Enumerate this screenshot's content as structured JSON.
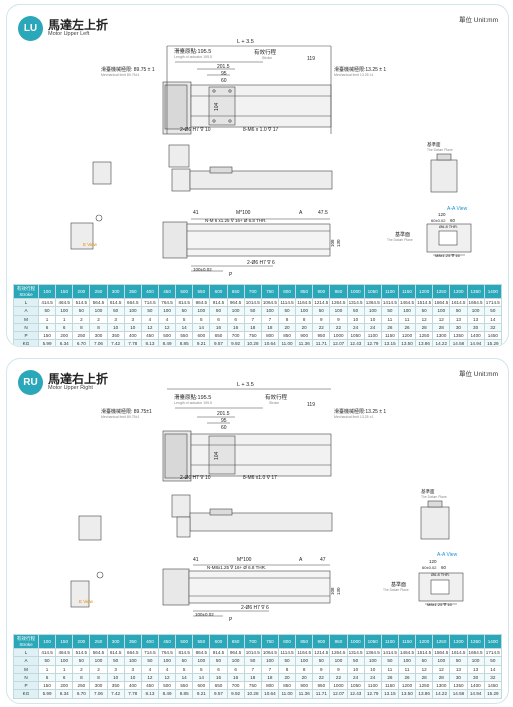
{
  "sections": [
    {
      "code": "LU",
      "title": "馬達左上折",
      "subtitle": "Motor Upper Left",
      "unit": "單位 Unit:mm",
      "dims": {
        "l": "L + 3.5",
        "effective_stroke": "有效行程",
        "effective_stroke_en": "Stroke",
        "slide_origin": "滑臺原點:195.5",
        "slide_origin_en": "Length of actuator 195.5",
        "d201": "201.5",
        "d95": "95",
        "d60": "60",
        "d104": "104",
        "d119": "119",
        "mech_left": "滑臺機械極限: 89.75 ± 1",
        "mech_left_en": "Mechanical limit 89.75±1",
        "mech_right": "滑臺機械極限:13.25 ± 1",
        "mech_right_en": "Mechanical limit 13.25 ±1",
        "hole1": "2-Ø6 H7 ∇ 10",
        "hole2": "8-M6 x 1.0 ∇ 17",
        "datum_top": "基準面",
        "datum_top_en": "The Datum Plane",
        "m100": "M*100",
        "a_lbl": "A",
        "d41": "41",
        "d475": "47.5",
        "thr": "N-M 6 x1.25 ∇ 16+ Ø 6.8 THR.",
        "pin": "2-Ø6 H7 ∇ 6",
        "n100": "100±0.02",
        "p_lbl": "P",
        "d108": "108",
        "d130": "130",
        "e_view": "E View",
        "aa_view": "A-A View",
        "d120": "120",
        "d60b": "60",
        "d60c": "60±0.02",
        "d68": "Ø6.8 THR.",
        "m8": "M8x1.25 ∇ 16",
        "datum_bottom": "基準面",
        "datum_bottom_en": "The Datum Plane"
      },
      "table": {
        "header_label": "有效行程",
        "header_label_en": "Stroke",
        "strokes": [
          "100",
          "150",
          "200",
          "250",
          "300",
          "350",
          "400",
          "450",
          "500",
          "550",
          "600",
          "650",
          "700",
          "750",
          "800",
          "850",
          "900",
          "950",
          "1000",
          "1050",
          "1100",
          "1150",
          "1200",
          "1250",
          "1300",
          "1350",
          "1400"
        ],
        "rows": [
          {
            "label": "L",
            "values": [
              "414.5",
              "464.5",
              "514.5",
              "564.5",
              "614.5",
              "664.5",
              "714.5",
              "764.5",
              "814.5",
              "864.5",
              "914.5",
              "964.5",
              "1014.5",
              "1064.5",
              "1114.5",
              "1164.5",
              "1214.5",
              "1264.5",
              "1314.5",
              "1364.5",
              "1414.5",
              "1464.5",
              "1514.5",
              "1564.5",
              "1614.5",
              "1664.5",
              "1714.5"
            ]
          },
          {
            "label": "A",
            "values": [
              "50",
              "100",
              "50",
              "100",
              "50",
              "100",
              "50",
              "100",
              "50",
              "100",
              "50",
              "100",
              "50",
              "100",
              "50",
              "100",
              "50",
              "100",
              "50",
              "100",
              "50",
              "100",
              "50",
              "100",
              "50",
              "100",
              "50"
            ]
          },
          {
            "label": "M",
            "values": [
              "1",
              "1",
              "2",
              "2",
              "3",
              "3",
              "4",
              "4",
              "5",
              "5",
              "6",
              "6",
              "7",
              "7",
              "8",
              "8",
              "9",
              "9",
              "10",
              "10",
              "11",
              "11",
              "12",
              "12",
              "13",
              "13",
              "14"
            ]
          },
          {
            "label": "N",
            "values": [
              "6",
              "6",
              "8",
              "8",
              "10",
              "10",
              "12",
              "12",
              "14",
              "14",
              "16",
              "16",
              "18",
              "18",
              "20",
              "20",
              "22",
              "22",
              "24",
              "24",
              "26",
              "26",
              "28",
              "28",
              "30",
              "30",
              "32"
            ]
          },
          {
            "label": "P",
            "values": [
              "150",
              "200",
              "250",
              "300",
              "350",
              "400",
              "450",
              "500",
              "550",
              "600",
              "650",
              "700",
              "750",
              "800",
              "850",
              "900",
              "950",
              "1000",
              "1050",
              "1100",
              "1150",
              "1200",
              "1250",
              "1300",
              "1350",
              "1400",
              "1450"
            ]
          },
          {
            "label": "KG",
            "values": [
              "5.99",
              "6.34",
              "6.70",
              "7.06",
              "7.42",
              "7.78",
              "8.13",
              "8.49",
              "8.85",
              "9.21",
              "9.57",
              "9.92",
              "10.28",
              "10.64",
              "11.00",
              "11.36",
              "11.71",
              "12.07",
              "12.43",
              "12.79",
              "13.15",
              "13.50",
              "13.86",
              "14.22",
              "14.58",
              "14.94",
              "15.29"
            ]
          }
        ]
      }
    },
    {
      "code": "RU",
      "title": "馬達右上折",
      "subtitle": "Motor Upper Right",
      "unit": "單位 Unit:mm",
      "dims": {
        "l": "L + 3.5",
        "effective_stroke": "有效行程",
        "effective_stroke_en": "Stroke",
        "slide_origin": "滑臺原點:195.5",
        "slide_origin_en": "Length of actuator 195.5",
        "d201": "201.5",
        "d95": "95",
        "d60": "60",
        "d104": "104",
        "d119": "119",
        "mech_left": "滑臺機械極限: 89.75±1",
        "mech_left_en": "Mechanical limit 89.75±1",
        "mech_right": "滑臺機械極限:13.25 ± 1",
        "mech_right_en": "Mechanical limit 13.25 ±1",
        "hole1": "2-Ø6 H7 ∇ 10",
        "hole2": "8-M6 x1.0 ∇ 17",
        "datum_top": "基準面",
        "datum_top_en": "The Datum Plane",
        "m100": "M*100",
        "a_lbl": "A",
        "d41": "41",
        "d475": "47",
        "thr": "N-M8x1.25 ∇ 16+ Ø 6.8 THR.",
        "pin": "2-Ø6 H7 ∇ 6",
        "n100": "100±0.02",
        "p_lbl": "P",
        "d108": "108",
        "d130": "130",
        "e_view": "E View",
        "aa_view": "A-A View",
        "d120": "120",
        "d60b": "60",
        "d60c": "60±0.02",
        "d68": "Ø6.8 THR.",
        "m8": "M8x1.25 ∇ 16",
        "datum_bottom": "基準面",
        "datum_bottom_en": "The Datum Plane"
      },
      "table": {
        "header_label": "有效行程",
        "header_label_en": "Stroke",
        "strokes": [
          "100",
          "150",
          "200",
          "250",
          "300",
          "350",
          "400",
          "450",
          "500",
          "550",
          "600",
          "650",
          "700",
          "750",
          "800",
          "850",
          "900",
          "950",
          "1000",
          "1050",
          "1100",
          "1150",
          "1200",
          "1250",
          "1300",
          "1350",
          "1400"
        ],
        "rows": [
          {
            "label": "L",
            "values": [
              "414.5",
              "464.5",
              "514.5",
              "564.5",
              "614.5",
              "664.5",
              "714.5",
              "764.5",
              "814.5",
              "864.5",
              "914.5",
              "964.5",
              "1014.5",
              "1064.5",
              "1114.5",
              "1164.5",
              "1214.5",
              "1264.5",
              "1314.5",
              "1364.5",
              "1414.5",
              "1464.5",
              "1514.5",
              "1564.5",
              "1614.5",
              "1664.5",
              "1714.5"
            ]
          },
          {
            "label": "A",
            "values": [
              "50",
              "100",
              "50",
              "100",
              "50",
              "100",
              "50",
              "100",
              "50",
              "100",
              "50",
              "100",
              "50",
              "100",
              "50",
              "100",
              "50",
              "100",
              "50",
              "100",
              "50",
              "100",
              "50",
              "100",
              "50",
              "100",
              "50"
            ]
          },
          {
            "label": "M",
            "values": [
              "1",
              "1",
              "2",
              "2",
              "3",
              "3",
              "4",
              "4",
              "5",
              "5",
              "6",
              "6",
              "7",
              "7",
              "8",
              "8",
              "9",
              "9",
              "10",
              "10",
              "11",
              "11",
              "12",
              "12",
              "13",
              "13",
              "14"
            ]
          },
          {
            "label": "N",
            "values": [
              "6",
              "6",
              "8",
              "8",
              "10",
              "10",
              "12",
              "12",
              "14",
              "14",
              "16",
              "16",
              "18",
              "18",
              "20",
              "20",
              "22",
              "22",
              "24",
              "24",
              "26",
              "26",
              "28",
              "28",
              "30",
              "30",
              "32"
            ]
          },
          {
            "label": "P",
            "values": [
              "150",
              "200",
              "250",
              "300",
              "350",
              "400",
              "450",
              "500",
              "550",
              "600",
              "650",
              "700",
              "750",
              "800",
              "850",
              "900",
              "950",
              "1000",
              "1050",
              "1100",
              "1150",
              "1200",
              "1250",
              "1300",
              "1350",
              "1400",
              "1450"
            ]
          },
          {
            "label": "KG",
            "values": [
              "5.99",
              "6.34",
              "6.70",
              "7.06",
              "7.42",
              "7.78",
              "8.13",
              "8.49",
              "8.85",
              "9.21",
              "9.57",
              "9.92",
              "10.28",
              "10.64",
              "11.00",
              "11.36",
              "11.71",
              "12.07",
              "12.43",
              "12.79",
              "13.15",
              "13.50",
              "13.86",
              "14.22",
              "14.58",
              "14.94",
              "15.29"
            ]
          }
        ]
      }
    }
  ],
  "colors": {
    "accent": "#2aa7b8",
    "table_row_label": "#dff1f4",
    "dimension_blue": "#1e90d6",
    "arrow_orange": "#e08b00"
  }
}
